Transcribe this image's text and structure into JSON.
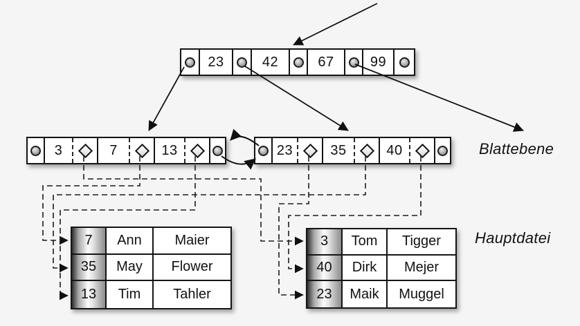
{
  "colors": {
    "background": "#f5f5f6",
    "box_fill": "#ffffff",
    "line": "#111111",
    "key_column_gradient_dark": "#2f2f2f"
  },
  "icons": {
    "pointer_circle": "●",
    "record_pointer_diamond": "◇",
    "arrowhead": "➤"
  },
  "diagram": {
    "type": "b-plus-tree-index",
    "root_node": {
      "keys": [
        "23",
        "42",
        "67",
        "99"
      ]
    },
    "leaf_level": {
      "label": "Blattebene",
      "left_leaf": {
        "keys": [
          "3",
          "7",
          "13"
        ]
      },
      "right_leaf": {
        "keys": [
          "23",
          "35",
          "40"
        ]
      }
    },
    "main_file": {
      "label": "Hauptdatei",
      "left_table": {
        "rows": [
          {
            "key": "7",
            "first_name": "Ann",
            "last_name": "Maier"
          },
          {
            "key": "35",
            "first_name": "May",
            "last_name": "Flower"
          },
          {
            "key": "13",
            "first_name": "Tim",
            "last_name": "Tahler"
          }
        ]
      },
      "right_table": {
        "rows": [
          {
            "key": "3",
            "first_name": "Tom",
            "last_name": "Tigger"
          },
          {
            "key": "40",
            "first_name": "Dirk",
            "last_name": "Mejer"
          },
          {
            "key": "23",
            "first_name": "Maik",
            "last_name": "Muggel"
          }
        ]
      }
    }
  }
}
